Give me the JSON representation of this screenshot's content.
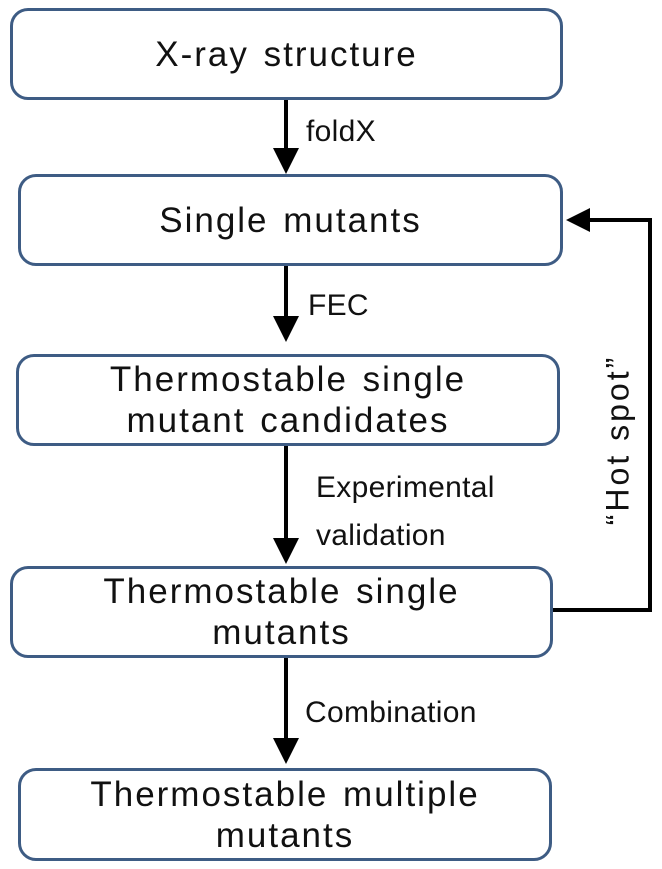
{
  "nodes": {
    "xray": {
      "text": "X-ray structure"
    },
    "single_mutants": {
      "text": "Single mutants"
    },
    "candidates": {
      "line1": "Thermostable single",
      "line2": "mutant candidates"
    },
    "thermo_single": {
      "line1": "Thermostable single",
      "line2": "mutants"
    },
    "thermo_multiple": {
      "line1": "Thermostable multiple",
      "line2": "mutants"
    }
  },
  "edges": {
    "foldx": "foldX",
    "fec": "FEC",
    "experimental_line1": "Experimental",
    "experimental_line2": "validation",
    "combination": "Combination",
    "hot_spot": "“Hot spot”"
  },
  "colors": {
    "box_border": "#3e5c84",
    "arrow": "#000000"
  }
}
